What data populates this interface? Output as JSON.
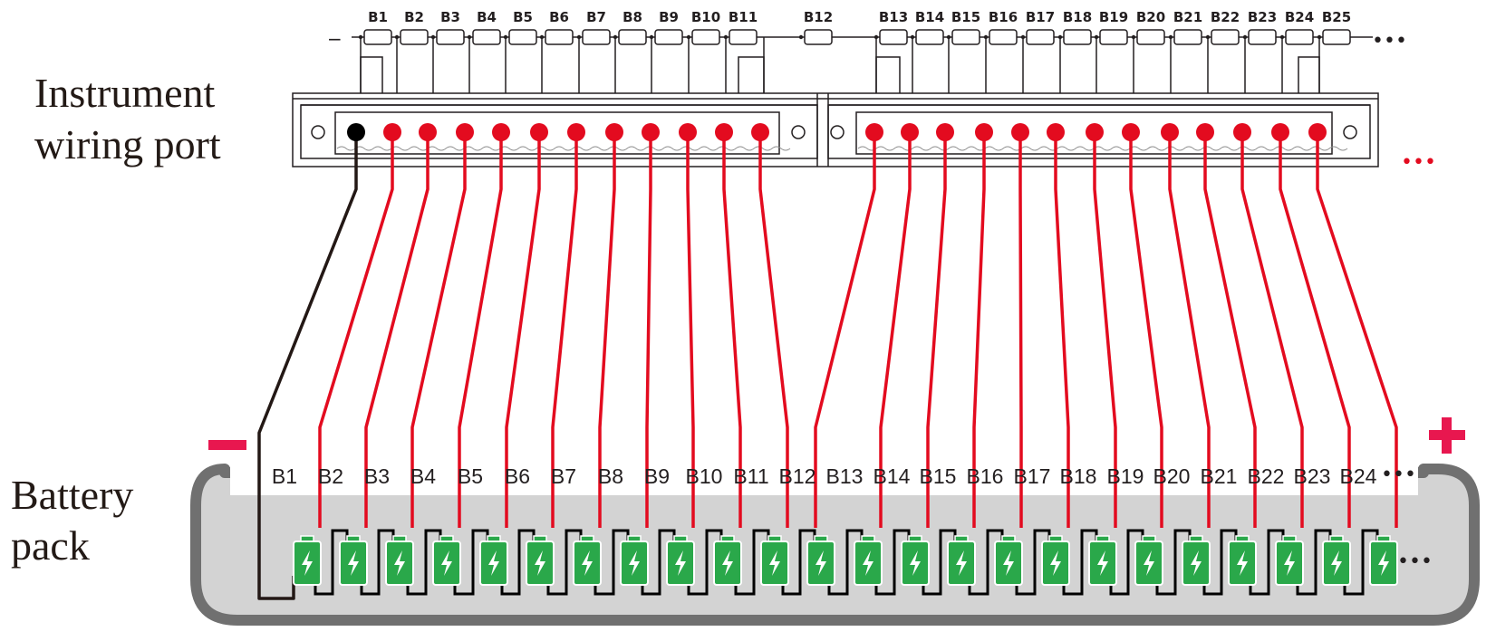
{
  "labels": {
    "instrument_line1": "Instrument",
    "instrument_line2": "wiring port",
    "battery_line1": "Battery",
    "battery_line2": "pack",
    "minus": "−",
    "plus": "+",
    "ellipsis": "•••"
  },
  "top_labels": [
    "B1",
    "B2",
    "B3",
    "B4",
    "B5",
    "B6",
    "B7",
    "B8",
    "B9",
    "B10",
    "B11",
    "B12",
    "B13",
    "B14",
    "B15",
    "B16",
    "B17",
    "B18",
    "B19",
    "B20",
    "B21",
    "B22",
    "B23",
    "B24",
    "B25"
  ],
  "pack_labels": [
    "B1",
    "B2",
    "B3",
    "B4",
    "B5",
    "B6",
    "B7",
    "B8",
    "B9",
    "B10",
    "B11",
    "B12",
    "B13",
    "B14",
    "B15",
    "B16",
    "B17",
    "B18",
    "B19",
    "B20",
    "B21",
    "B22",
    "B23",
    "B24"
  ],
  "colors": {
    "wire_red": "#e30b1f",
    "wire_black": "#231815",
    "battery_green": "#2aa84a",
    "pack_fill": "#d3d3d3",
    "pack_border": "#707070",
    "plus_minus": "#e8174f"
  }
}
